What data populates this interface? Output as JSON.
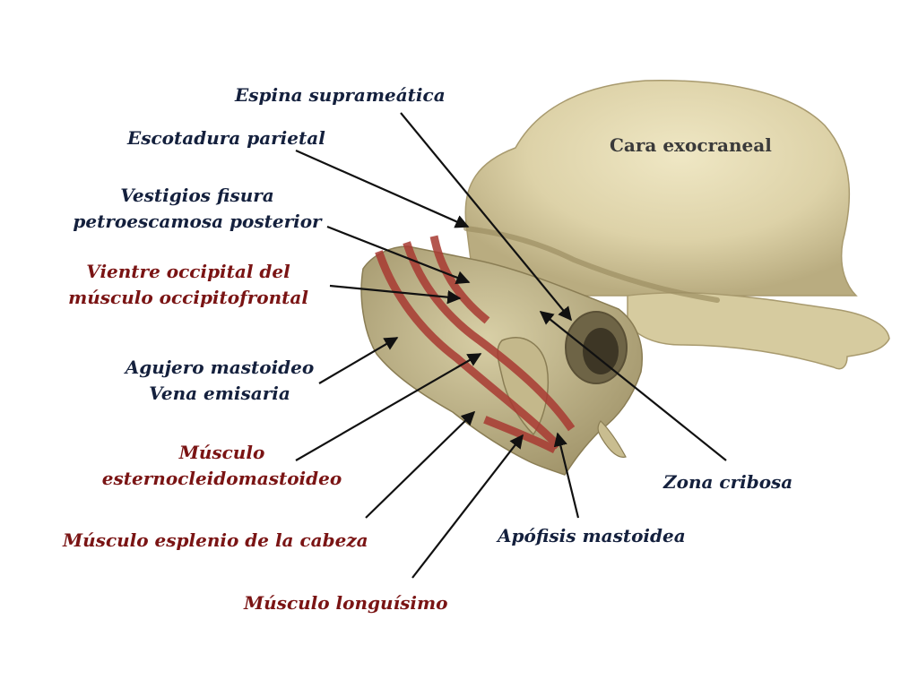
{
  "title": "Cara exocraneal",
  "labels": {
    "espina": "Espina suprameática",
    "escotadura": "Escotadura parietal",
    "vestigios_1": "Vestigios fisura",
    "vestigios_2": "petroescamosa posterior",
    "vientre_1": "Vientre occipital del",
    "vientre_2": "músculo occipitofrontal",
    "agujero_1": "Agujero mastoideo",
    "agujero_2": "Vena emisaria",
    "scm_1": "Músculo",
    "scm_2": "esternocleidomastoideo",
    "esplenio": "Músculo esplenio de la cabeza",
    "longuisimo": "Músculo longuísimo",
    "apofisis": "Apófisis mastoidea",
    "zona": "Zona cribosa"
  },
  "colors": {
    "bone": "#d9cfa6",
    "bone_shadow": "#a89a6e",
    "muscle": "#a83a32",
    "label_navy": "#14203d",
    "label_red": "#7a1414"
  }
}
